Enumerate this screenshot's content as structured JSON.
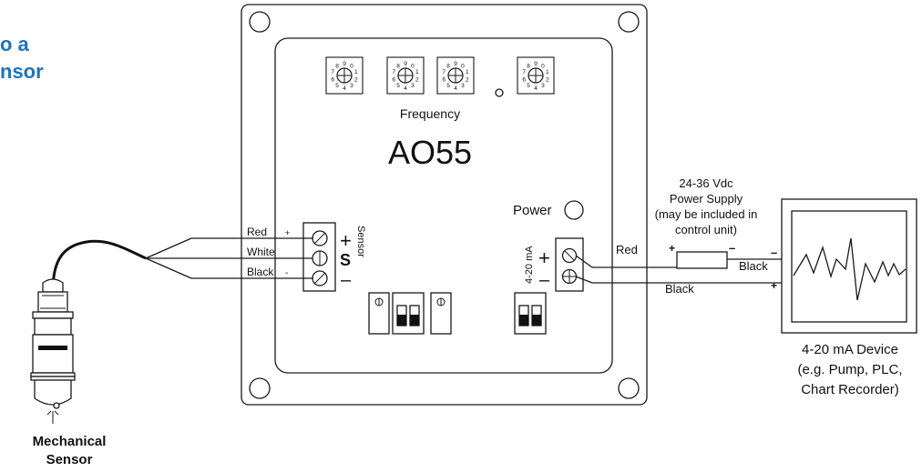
{
  "heading": {
    "line1": "o a",
    "line2": "nsor",
    "color": "#1e73be"
  },
  "controller": {
    "model": "AO55",
    "frequency_label": "Frequency",
    "power_label": "Power",
    "sensor_terminal_label": "Sensor",
    "output_terminal_label": "4-20 mA",
    "plus": "+",
    "minus": "–",
    "s": "S"
  },
  "wires": {
    "red": "Red",
    "white": "White",
    "black": "Black",
    "red_out": "Red",
    "black_out1": "Black",
    "black_out2": "Black",
    "plus_small": "+",
    "minus_small": "-"
  },
  "power_supply": {
    "line1": "24-36 Vdc",
    "line2": "Power Supply",
    "line3": "(may be included in",
    "line4": "control unit)",
    "plus": "+",
    "minus": "–"
  },
  "device": {
    "line1": "4-20 mA Device",
    "line2": "(e.g. Pump, PLC,",
    "line3": "Chart Recorder)",
    "minus": "–",
    "plus": "+"
  },
  "sensor": {
    "line1": "Mechanical",
    "line2": "Sensor"
  },
  "dial_digits": [
    "9",
    "0",
    "1",
    "2",
    "3",
    "4",
    "5",
    "6",
    "7",
    "8"
  ]
}
